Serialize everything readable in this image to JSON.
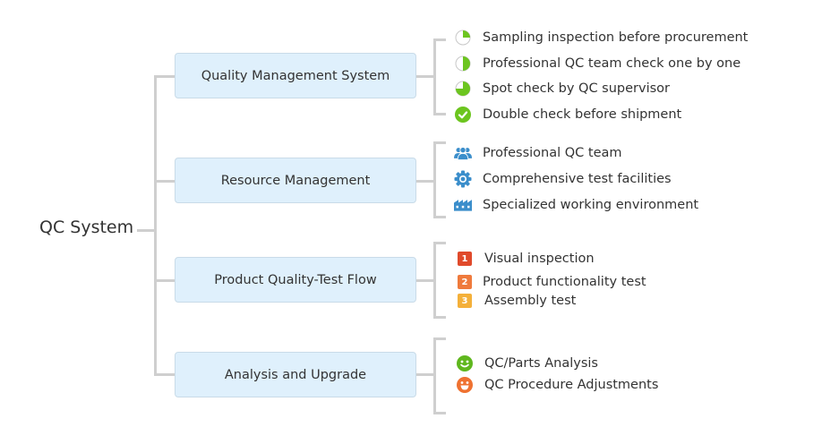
{
  "root": {
    "label": "QC System"
  },
  "colors": {
    "node_fill": "#dff0fc",
    "connector": "#cfcfcf",
    "progress_green": "#6cc51f",
    "icon_blue": "#3b8ecb",
    "badge_1": "#e04a2b",
    "badge_2": "#ef7a3c",
    "badge_3": "#f4b03a",
    "smile_green": "#5fb71e",
    "smile_orange": "#ef7130"
  },
  "branches": [
    {
      "label": "Quality Management System",
      "items": [
        {
          "icon": "quarter-progress-icon",
          "progress": 0.25,
          "text": "Sampling inspection before procurement"
        },
        {
          "icon": "half-progress-icon",
          "progress": 0.5,
          "text": "Professional QC team check one by one"
        },
        {
          "icon": "three-quarter-progress-icon",
          "progress": 0.75,
          "text": "Spot check by QC supervisor"
        },
        {
          "icon": "check-complete-icon",
          "progress": 1.0,
          "text": "Double check before shipment"
        }
      ]
    },
    {
      "label": "Resource Management",
      "items": [
        {
          "icon": "team-icon",
          "text": "Professional QC team"
        },
        {
          "icon": "gear-icon",
          "text": "Comprehensive test facilities"
        },
        {
          "icon": "factory-icon",
          "text": "Specialized working  environment"
        }
      ]
    },
    {
      "label": "Product Quality-Test Flow",
      "items": [
        {
          "icon": "number-1-icon",
          "badge": "1",
          "text": "Visual inspection"
        },
        {
          "icon": "number-2-icon",
          "badge": "2",
          "text": "Product functionality test"
        },
        {
          "icon": "number-3-icon",
          "badge": "3",
          "text": "Assembly test"
        }
      ]
    },
    {
      "label": "Analysis and Upgrade",
      "items": [
        {
          "icon": "smiley-green-icon",
          "text": "QC/Parts Analysis"
        },
        {
          "icon": "smiley-orange-icon",
          "text": "QC Procedure Adjustments"
        }
      ]
    }
  ]
}
